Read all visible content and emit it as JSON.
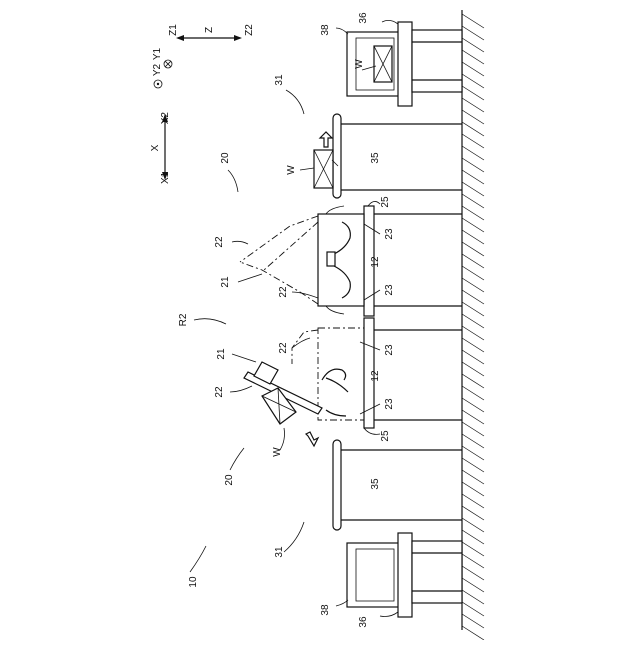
{
  "axes": {
    "z1": "Z1",
    "z": "Z",
    "z2": "Z2",
    "y2": "Y2",
    "y1": "Y1",
    "x1": "X1",
    "x": "X",
    "x2": "X2"
  },
  "labels": {
    "ref_36_top": "36",
    "ref_38_top": "38",
    "ref_w_top": "W",
    "ref_31_top": "31",
    "ref_35_top": "35",
    "ref_w_upper": "W",
    "ref_20_upper": "20",
    "ref_25_upper": "25",
    "ref_22_upper_left": "22",
    "ref_21_upper": "21",
    "ref_22_upper_mid": "22",
    "ref_23_upper_a": "23",
    "ref_12_upper": "12",
    "ref_23_upper_b": "23",
    "ref_r2": "R2",
    "ref_21_lower": "21",
    "ref_22_lower_dash": "22",
    "ref_22_lower_left": "22",
    "ref_23_lower_a": "23",
    "ref_12_lower": "12",
    "ref_23_lower_b": "23",
    "ref_25_lower": "25",
    "ref_w_lower": "W",
    "ref_20_lower": "20",
    "ref_35_lower": "35",
    "ref_31_lower": "31",
    "ref_10": "10",
    "ref_38_bottom": "38",
    "ref_36_bottom": "36"
  }
}
